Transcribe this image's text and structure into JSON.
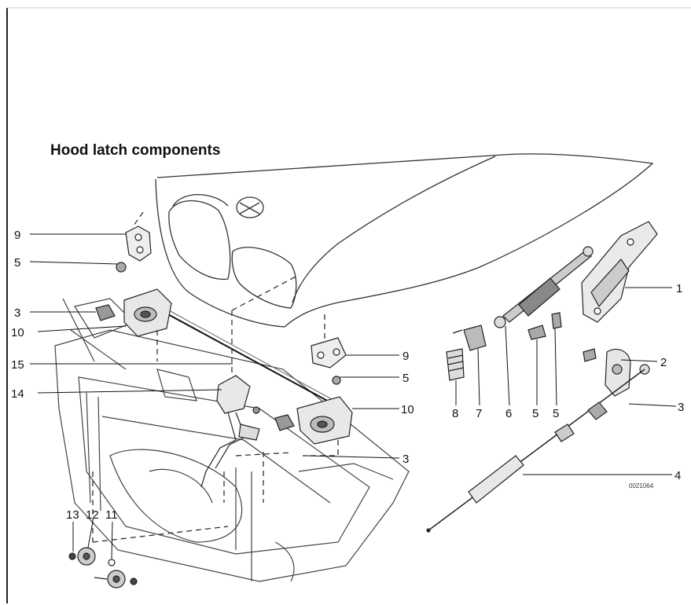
{
  "title": "Hood latch components",
  "drawing_code": "0021064",
  "callouts": [
    "1",
    "2",
    "3",
    "3",
    "3",
    "4",
    "5",
    "5",
    "5",
    "5",
    "6",
    "7",
    "8",
    "9",
    "9",
    "10",
    "10",
    "11",
    "12",
    "13",
    "14",
    "15"
  ]
}
